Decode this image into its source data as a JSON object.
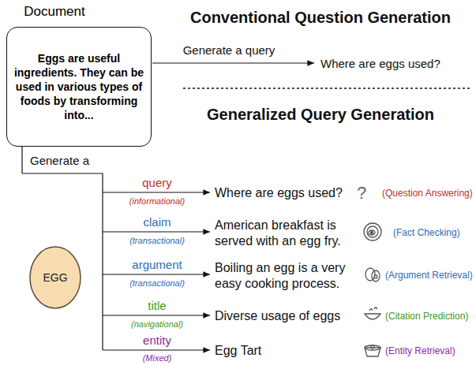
{
  "diagram": {
    "nodes": [
      {
        "text": [
          "Document",
          "Eggs are useful ingredients. They can be used in various types of foods by transforming into..."
        ]
      },
      {
        "text": [
          "EGG"
        ]
      }
    ],
    "labels": [
      "Conventional Question Generation",
      "Generate a query",
      "Where are eggs used?",
      "Generalized Query Generation",
      "Generate a",
      "query",
      "(informational)",
      "Where are eggs used?",
      "?",
      "(Question Answering)",
      "claim",
      "(transactional)",
      "American breakfast is served with an egg fry.",
      "(Fact Checking)",
      "argument",
      "(transactional)",
      "Boiling an egg is a very easy cooking process.",
      "(Argument Retrieval)",
      "title",
      "(navigational)",
      "Diverse usage of eggs",
      "(Citation Prediction)",
      "entity",
      "(Mixed)",
      "Egg Tart",
      "(Entity Retrieval)"
    ]
  }
}
